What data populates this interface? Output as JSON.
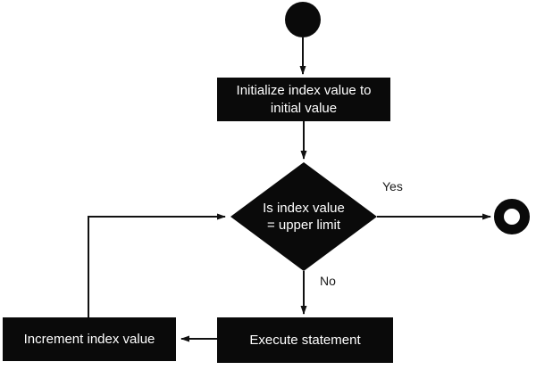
{
  "diagram": {
    "type": "flowchart-activity-diagram",
    "nodes": {
      "start": {
        "kind": "initial-node"
      },
      "initialize": {
        "kind": "process",
        "label": "Initialize index value to initial value"
      },
      "decision": {
        "kind": "decision",
        "label": "Is index value = upper limit"
      },
      "execute": {
        "kind": "process",
        "label": "Execute statement"
      },
      "increment": {
        "kind": "process",
        "label": "Increment index value"
      },
      "end": {
        "kind": "final-node"
      }
    },
    "edges": {
      "yes_label": "Yes",
      "no_label": "No"
    },
    "colors": {
      "node_fill": "#0a0a0a",
      "node_text": "#ffffff",
      "connector": "#111111",
      "background": "#ffffff"
    }
  }
}
